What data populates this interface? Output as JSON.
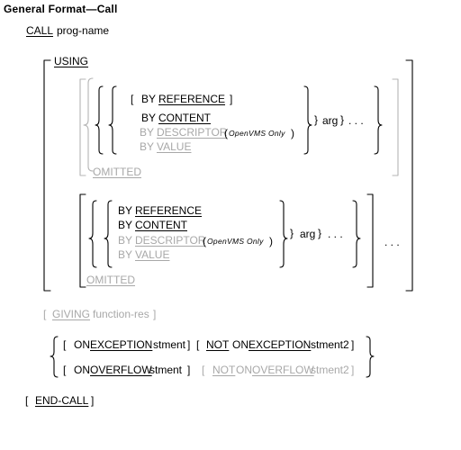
{
  "title": "General Format—Call",
  "call_keyword": "CALL",
  "prog_name": "prog-name",
  "using_keyword": "USING",
  "bracket_open": "[",
  "bracket_close": "]",
  "brace_close": "}",
  "by": "BY",
  "reference": "REFERENCE",
  "content": "CONTENT",
  "descriptor": "DESCRIPTOR",
  "openvms_open": "(",
  "openvms_only": "OpenVMS Only",
  "openvms_close": ")",
  "value": "VALUE",
  "arg": "arg",
  "ellipsis": ". . .",
  "omitted": "OMITTED",
  "giving_keyword": "GIVING",
  "function_res": "function-res",
  "on": "ON",
  "not": "NOT",
  "exception": "EXCEPTION",
  "overflow": "OVERFLOW",
  "stment": "stment",
  "stment2": "stment2",
  "end_call": "END-CALL"
}
